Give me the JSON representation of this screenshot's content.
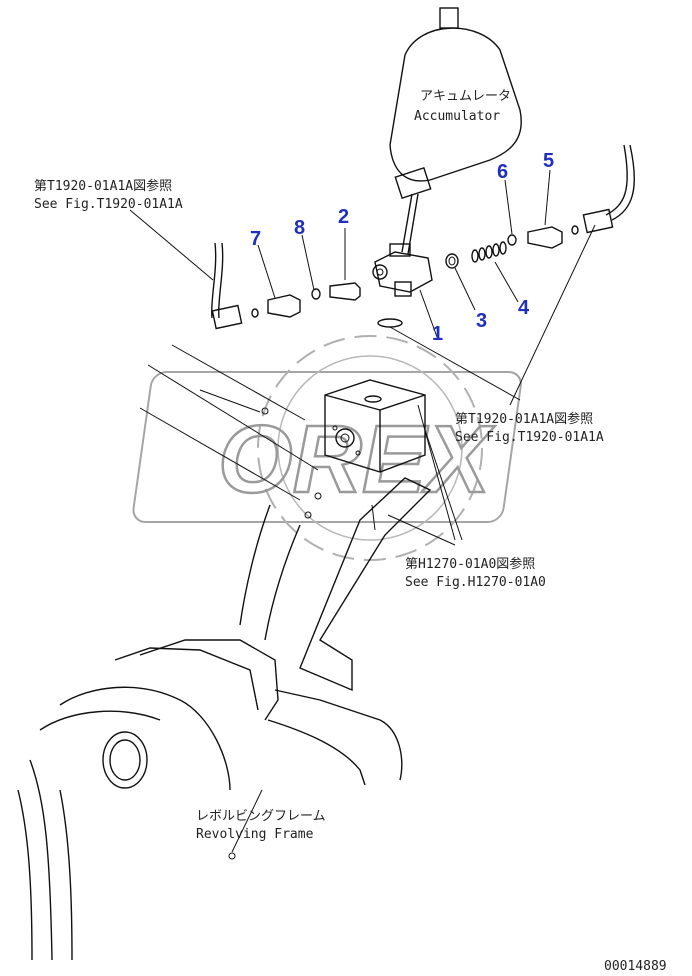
{
  "labels": {
    "accumulator_jp": "アキュムレータ",
    "accumulator_en": "Accumulator",
    "ref_t1920_a_jp": "第T1920-01A1A図参照",
    "ref_t1920_a_en": "See Fig.T1920-01A1A",
    "ref_t1920_b_jp": "第T1920-01A1A図参照",
    "ref_t1920_b_en": "See Fig.T1920-01A1A",
    "ref_h1270_jp": "第H1270-01A0図参照",
    "ref_h1270_en": "See Fig.H1270-01A0",
    "frame_jp": "レボルビングフレーム",
    "frame_en": "Revolving Frame",
    "doc_id": "00014889"
  },
  "callouts": {
    "n1": "1",
    "n2": "2",
    "n3": "3",
    "n4": "4",
    "n5": "5",
    "n6": "6",
    "n7": "7",
    "n8": "8"
  },
  "watermark": {
    "text": "OREX"
  },
  "colors": {
    "callout": "#1f2fbf",
    "line": "#111111",
    "watermark": "#a5a5a5"
  }
}
